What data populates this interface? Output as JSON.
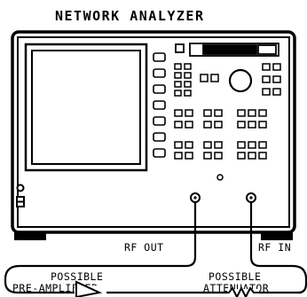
{
  "title": "NETWORK ANALYZER",
  "ports": {
    "rf_out": "RF OUT",
    "rf_in": "RF IN"
  },
  "components": {
    "amplifier_line1": "POSSIBLE",
    "amplifier_line2": "PRE-AMPLIFIER",
    "attenuator_line1": "POSSIBLE",
    "attenuator_line2": "ATTENUATOR"
  },
  "icons": {
    "amplifier": "triangle-amplifier-icon",
    "attenuator": "resistor-zigzag-icon"
  }
}
